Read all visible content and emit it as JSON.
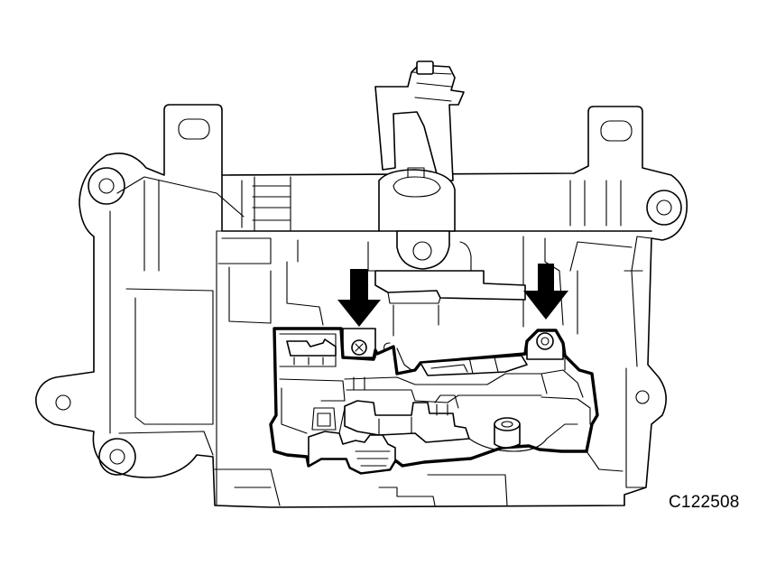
{
  "figure": {
    "code": "C122508"
  },
  "colors": {
    "line": "#000000",
    "background": "#ffffff"
  },
  "callouts": [
    {
      "id": "left-bolt",
      "icon": "arrow-down-icon"
    },
    {
      "id": "right-bolt",
      "icon": "arrow-down-icon"
    }
  ]
}
